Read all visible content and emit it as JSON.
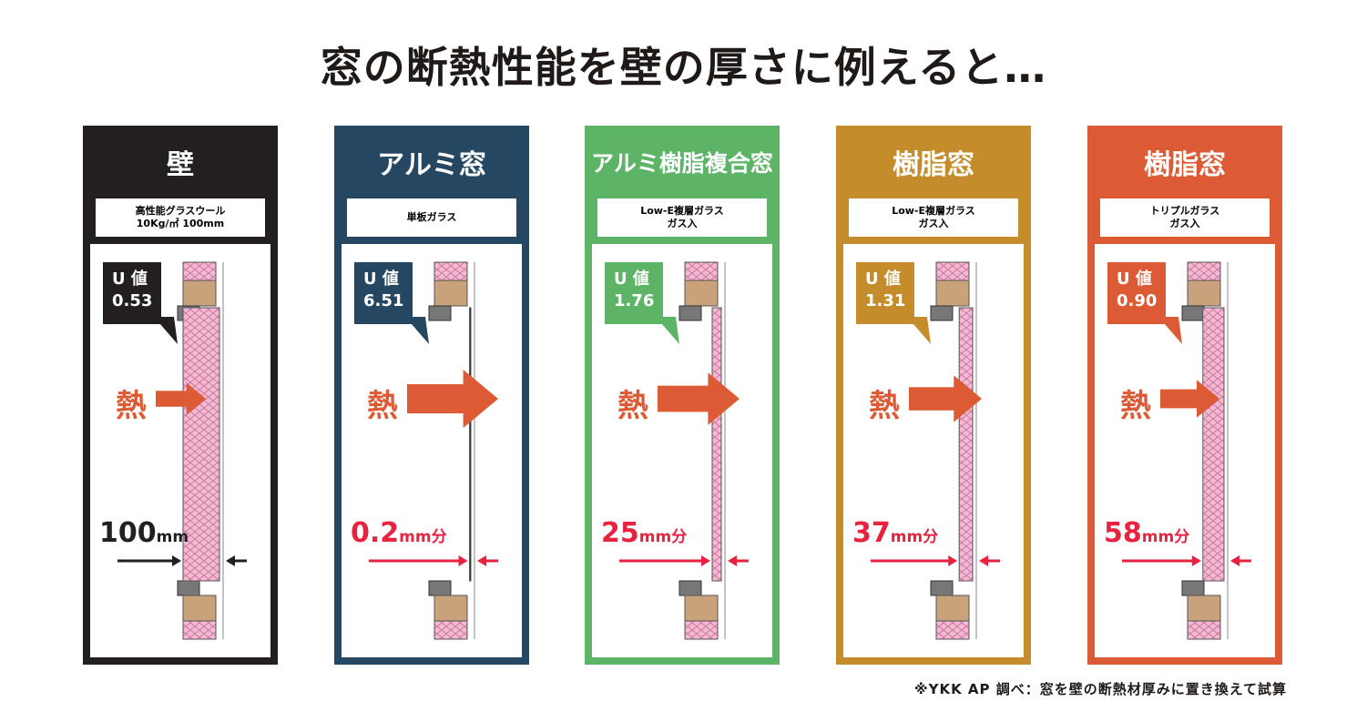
{
  "title": "窓の断熱性能を壁の厚さに例えると…",
  "footnote": "※YKK AP 調べ：窓を壁の断熱材厚みに置き換えて試算",
  "heat_label": "熱",
  "u_label": "U 値",
  "colors": {
    "wall": "#231f20",
    "alumi": "#264762",
    "hybrid": "#5db466",
    "resin_gold": "#c48c2b",
    "resin_red": "#dc5a34",
    "heat": "#dc5a34",
    "thickness_red": "#e8223f",
    "insulation": "#f5b8d2",
    "wood": "#c9a27c"
  },
  "panels": [
    {
      "name": "壁",
      "spec": [
        "高性能グラスウール",
        "10Kg/㎡ 100mm"
      ],
      "u_value": "0.53",
      "thickness": "100",
      "unit": "mm",
      "color": "#231f20",
      "thickness_color": "#231f20",
      "arrow_scale": 0.55
    },
    {
      "name": "アルミ窓",
      "spec": [
        "単板ガラス"
      ],
      "u_value": "6.51",
      "thickness": "0.2",
      "unit": "mm分",
      "color": "#264762",
      "thickness_color": "#e8223f",
      "arrow_scale": 1.0
    },
    {
      "name": "アルミ樹脂複合窓",
      "spec": [
        "Low-E複層ガラス",
        "ガス入"
      ],
      "u_value": "1.76",
      "thickness": "25",
      "unit": "mm分",
      "color": "#5db466",
      "thickness_color": "#e8223f",
      "arrow_scale": 0.9
    },
    {
      "name": "樹脂窓",
      "spec": [
        "Low-E複層ガラス",
        "ガス入"
      ],
      "u_value": "1.31",
      "thickness": "37",
      "unit": "mm分",
      "color": "#c48c2b",
      "thickness_color": "#e8223f",
      "arrow_scale": 0.8
    },
    {
      "name": "樹脂窓",
      "spec": [
        "トリプルガラス",
        "ガス入"
      ],
      "u_value": "0.90",
      "thickness": "58",
      "unit": "mm分",
      "color": "#dc5a34",
      "thickness_color": "#e8223f",
      "arrow_scale": 0.65
    }
  ]
}
